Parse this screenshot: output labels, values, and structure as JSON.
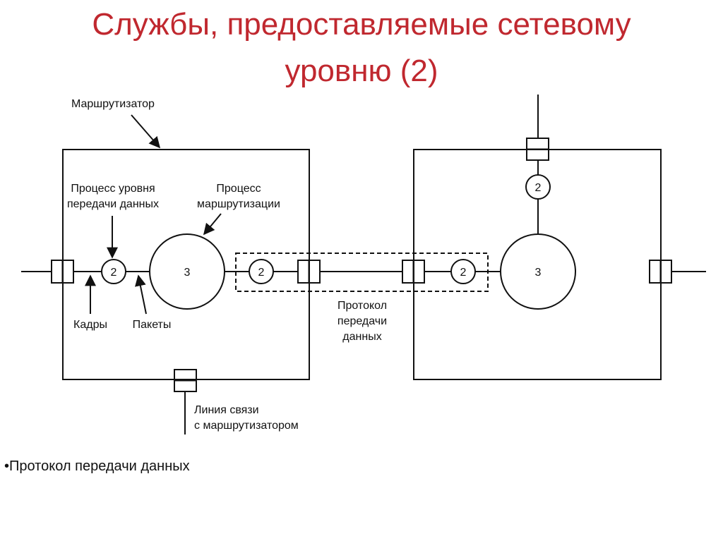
{
  "slide": {
    "title_line1": "Службы, предоставляемые сетевому",
    "title_line2": "уровню (2)",
    "title_color": "#c0282f"
  },
  "diagram": {
    "router_label": "Маршрутизатор",
    "dl_process_line1": "Процесс уровня",
    "dl_process_line2": "передачи данных",
    "routing_process_line1": "Процесс",
    "routing_process_line2": "маршрутизации",
    "frames_label": "Кадры",
    "packets_label": "Пакеты",
    "protocol_line1": "Протокол",
    "protocol_line2": "передачи",
    "protocol_line3": "данных",
    "link_line1": "Линия связи",
    "link_line2": "с маршрутизатором",
    "node_layer2": "2",
    "node_layer3": "3"
  },
  "bullets": [
    "•Протокол передачи данных"
  ]
}
